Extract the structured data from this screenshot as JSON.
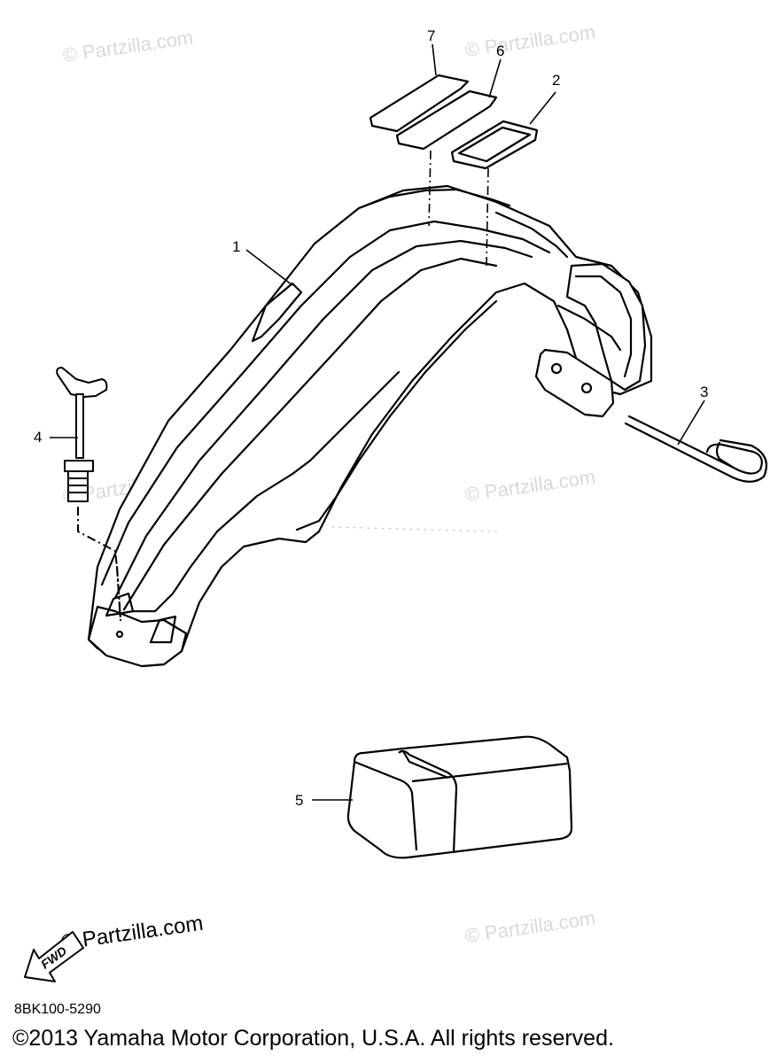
{
  "watermark": "© Partzilla.com",
  "callouts": [
    "1",
    "2",
    "3",
    "4",
    "5",
    "6",
    "7"
  ],
  "direction_label": "FWD",
  "diagram_code": "8BK100-5290",
  "copyright": "©2013 Yamaha Motor Corporation, U.S.A. All rights reserved."
}
